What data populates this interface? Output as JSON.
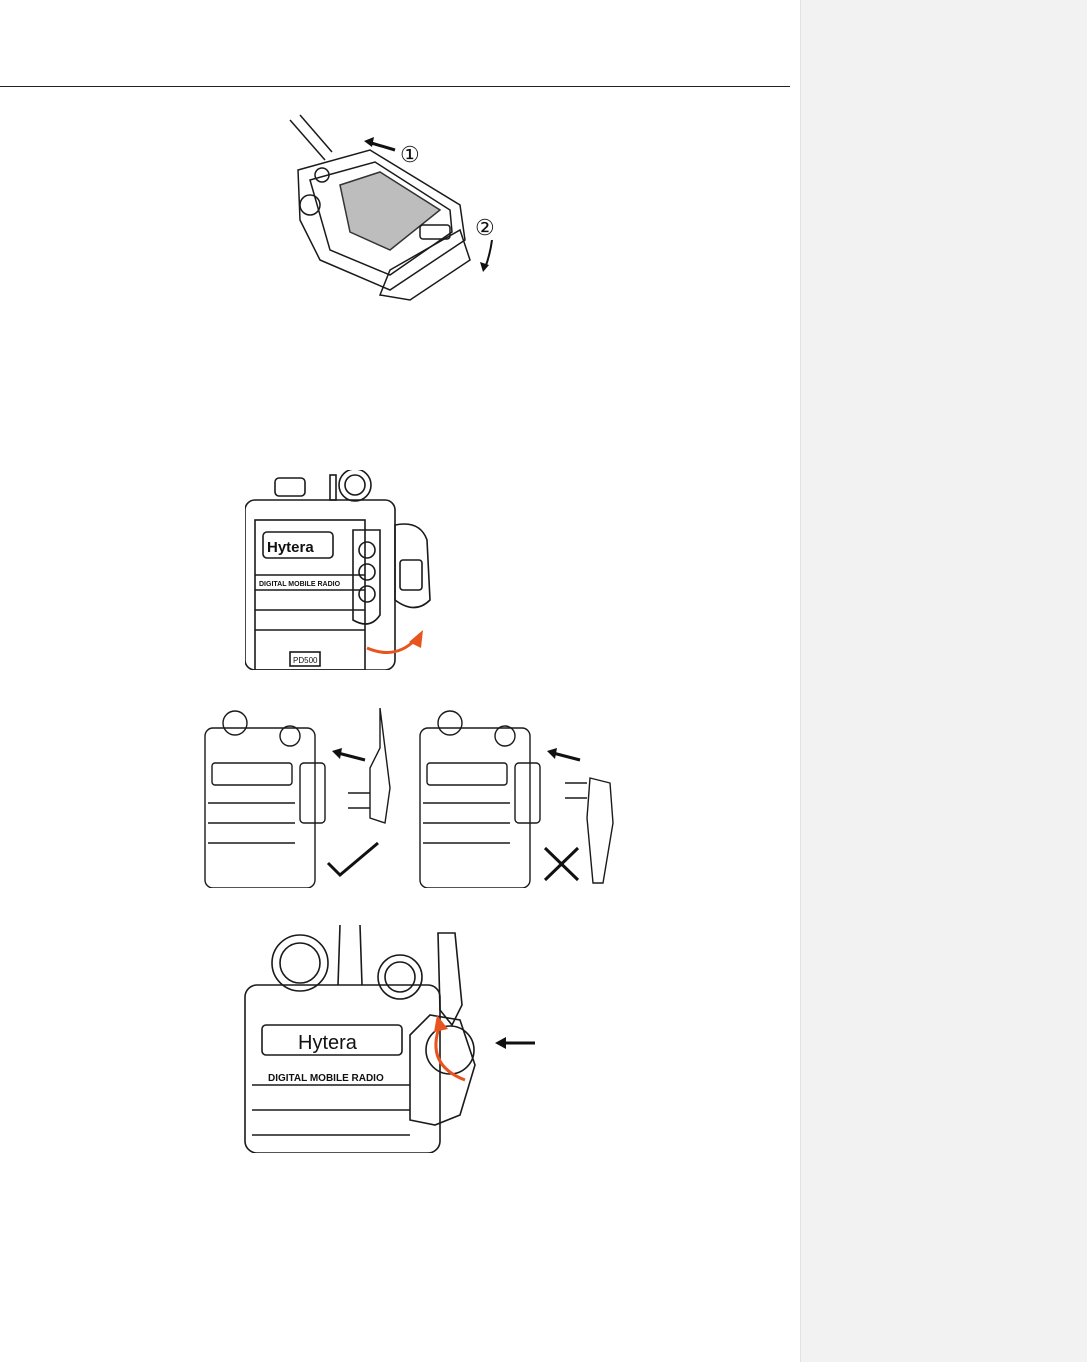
{
  "figure1": {
    "step1_marker": "①",
    "step2_marker": "②"
  },
  "radio_labels": {
    "brand": "Hytera",
    "subtitle": "DIGITAL MOBILE RADIO",
    "model": "PD500"
  },
  "figure3": {
    "correct_mark": "check-mark",
    "wrong_mark": "x-mark"
  },
  "colors": {
    "arrow_orange": "#e8541e",
    "line": "#1a1a1a"
  }
}
